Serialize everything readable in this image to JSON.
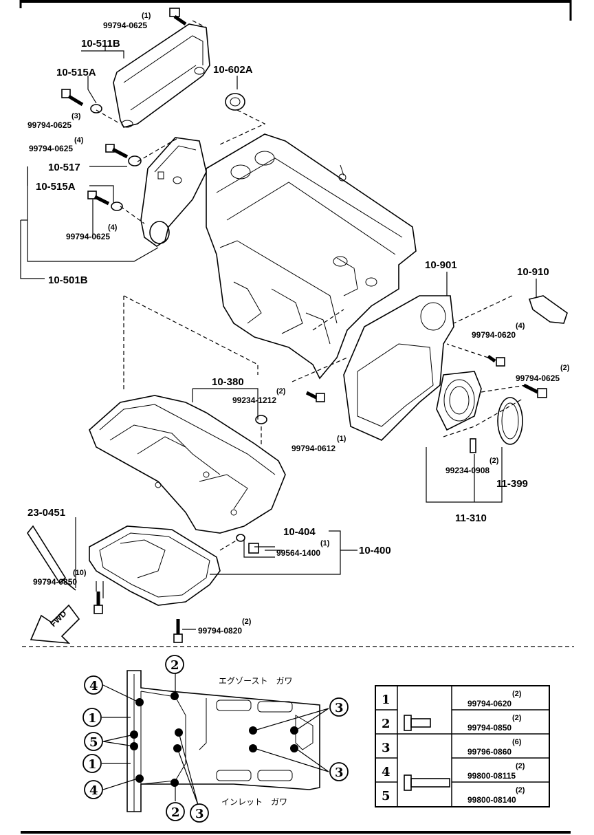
{
  "diagram": {
    "callouts": {
      "c10_511B": "10-511B",
      "c10_515A_top": "10-515A",
      "c10_602A": "10-602A",
      "c10_517": "10-517",
      "c10_515A_mid": "10-515A",
      "c10_501B": "10-501B",
      "c10_901": "10-901",
      "c10_910": "10-910",
      "c10_380": "10-380",
      "c11_399": "11-399",
      "c11_310": "11-310",
      "c23_0451": "23-0451",
      "c10_404": "10-404",
      "c10_400": "10-400"
    },
    "bolts": [
      {
        "qty": "(1)",
        "part": "99794-0625"
      },
      {
        "qty": "(3)",
        "part": "99794-0625"
      },
      {
        "qty": "(4)",
        "part": "99794-0625"
      },
      {
        "qty": "(4)",
        "part": "99794-0625"
      },
      {
        "qty": "(4)",
        "part": "99794-0620"
      },
      {
        "qty": "(2)",
        "part": "99794-0625"
      },
      {
        "qty": "(2)",
        "part": "99234-1212"
      },
      {
        "qty": "(1)",
        "part": "99794-0612"
      },
      {
        "qty": "(2)",
        "part": "99234-0908"
      },
      {
        "qty": "(1)",
        "part": "99564-1400"
      },
      {
        "qty": "(10)",
        "part": "99794-0850"
      },
      {
        "qty": "(2)",
        "part": "99794-0820"
      }
    ],
    "fwd_label": "FWD",
    "lower_view": {
      "exhaust_side": "エグゾースト　ガワ",
      "intake_side": "インレット　ガワ",
      "markers": [
        "2",
        "4",
        "1",
        "5",
        "1",
        "4",
        "2",
        "3",
        "3",
        "3"
      ]
    },
    "legend": [
      {
        "num": "1",
        "qty": "(2)",
        "part": "99794-0620"
      },
      {
        "num": "2",
        "qty": "(2)",
        "part": "99794-0850"
      },
      {
        "num": "3",
        "qty": "(6)",
        "part": "99796-0860"
      },
      {
        "num": "4",
        "qty": "(2)",
        "part": "99800-08115"
      },
      {
        "num": "5",
        "qty": "(2)",
        "part": "99800-08140"
      }
    ]
  }
}
